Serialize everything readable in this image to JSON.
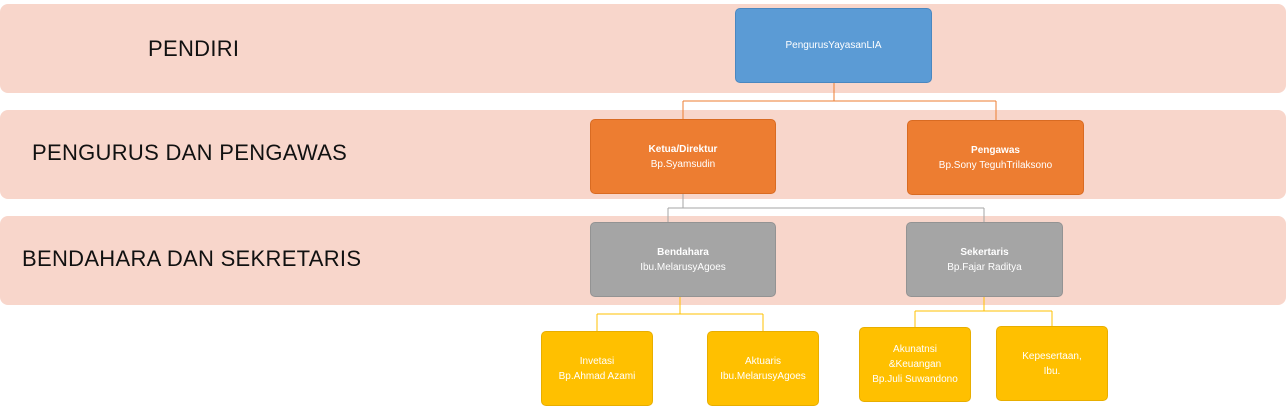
{
  "bands": [
    {
      "label": "PENDIRI"
    },
    {
      "label": "PENGURUS DAN PENGAWAS"
    },
    {
      "label": "BENDAHARA DAN SEKRETARIS"
    }
  ],
  "nodes": {
    "root": {
      "lines": [
        "PengurusYayasanLIA"
      ]
    },
    "ketua": {
      "title": "Ketua/Direktur",
      "lines": [
        "Bp.Syamsudin"
      ]
    },
    "pengawas": {
      "title": "Pengawas",
      "lines": [
        "Bp.Sony TeguhTrilaksono"
      ]
    },
    "bendahara": {
      "title": "Bendahara",
      "lines": [
        "Ibu.MelarusyAgoes"
      ]
    },
    "sekertaris": {
      "title": "Sekertaris",
      "lines": [
        "Bp.Fajar Raditya"
      ]
    },
    "invetasi": {
      "lines": [
        "Invetasi",
        "Bp.Ahmad Azami"
      ]
    },
    "aktuaris": {
      "lines": [
        "Aktuaris",
        "Ibu.MelarusyAgoes"
      ]
    },
    "akuntansi": {
      "lines": [
        "Akunatnsi",
        "&Keuangan",
        "Bp.Juli Suwandono"
      ]
    },
    "kepesertaan": {
      "lines": [
        "Kepesertaan,",
        "Ibu."
      ]
    }
  },
  "colors": {
    "band": "#f8d6cb",
    "pendiri": "#5b9bd5",
    "pengurus": "#ed7d31",
    "bendahara_sekretaris": "#a5a5a5",
    "staff": "#ffc000",
    "connector_orange": "#ed7d31",
    "connector_gray": "#a5a5a5",
    "connector_yellow": "#ffc000"
  }
}
